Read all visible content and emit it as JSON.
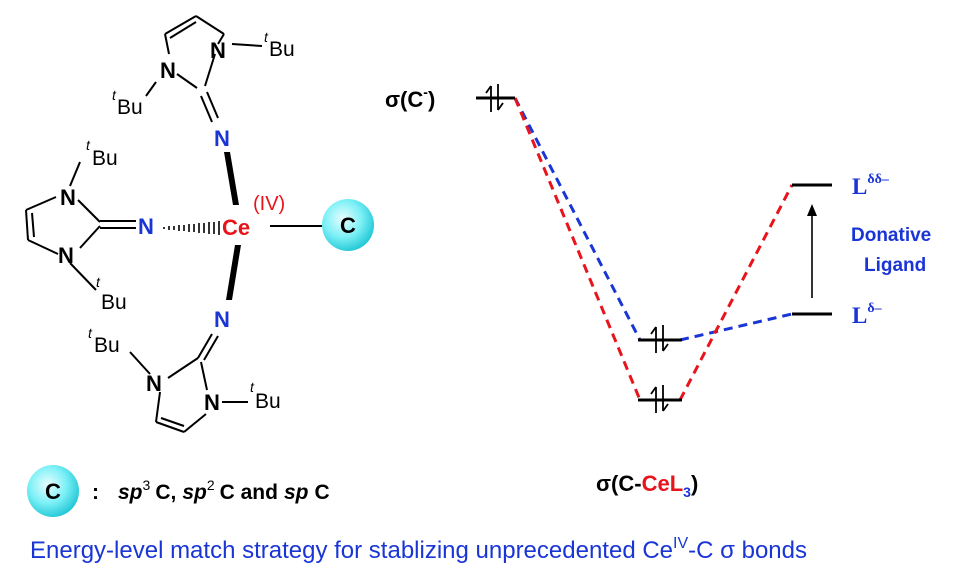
{
  "colors": {
    "nitrogen": "#1a35d6",
    "cerium": "#e8141c",
    "carbon_ball": "#4fe3ee",
    "red_dash": "#e8141c",
    "blue_dash": "#1a35d6",
    "caption": "#1a35d6"
  },
  "molecule": {
    "metal": "Ce",
    "oxidation_state": "(IV)",
    "n_label": "N",
    "tBu": "Bu",
    "t": "t",
    "carbon_label": "C"
  },
  "legend": {
    "symbol": "C",
    "colon": ":",
    "sp3": "sp",
    "sp3_sup": "3",
    "sp2": "sp",
    "sp2_sup": "2",
    "sp": "sp",
    "c": "C,",
    "c2": "C and",
    "c3": "C"
  },
  "diagram": {
    "sigma_c_label": "σ(C",
    "sigma_c_sup": "-",
    "sigma_c_close": ")",
    "bottom_label_prefix": "σ(C-",
    "bottom_label_metal": "CeL",
    "bottom_label_sub": "3",
    "bottom_label_close": ")",
    "L_upper": "L",
    "L_upper_sup": "δδ–",
    "L_lower": "L",
    "L_lower_sup": "δ–",
    "donative_1": "Donative",
    "donative_2": "Ligand"
  },
  "caption": {
    "text_before": "Energy-level match strategy for stablizing unprecedented Ce",
    "sup": "IV",
    "text_after": "-C σ bonds"
  }
}
